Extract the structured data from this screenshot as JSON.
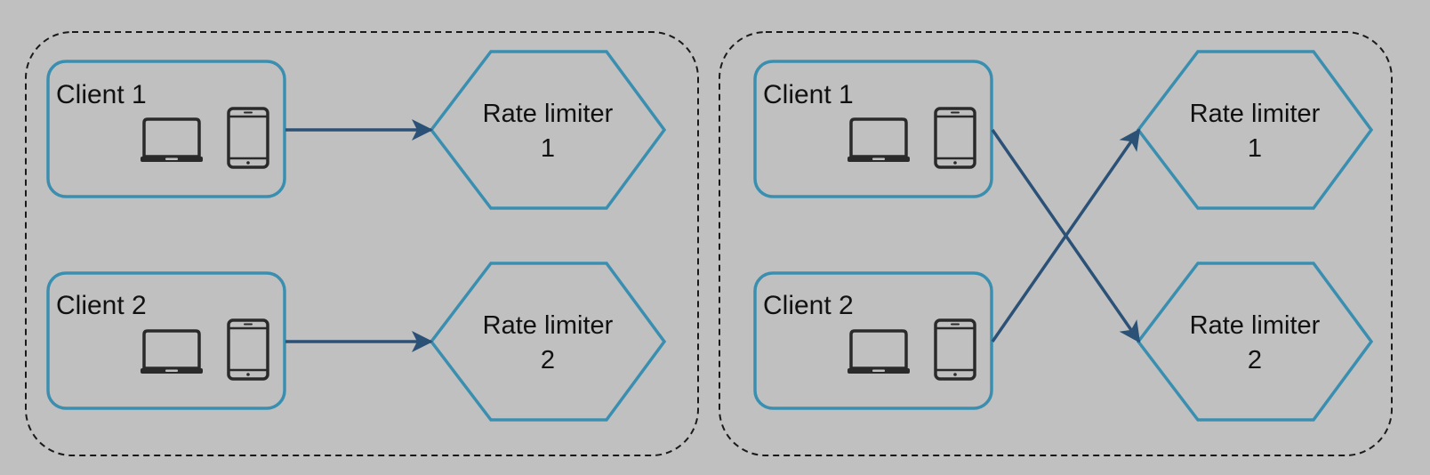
{
  "colors": {
    "background": "#c0c0c0",
    "node_stroke": "#3a8fb0",
    "arrow": "#2b5177",
    "group_border": "#1a1a1a",
    "icon": "#2a2a2a"
  },
  "icons": {
    "client_devices": [
      "laptop-icon",
      "mobile-phone-icon"
    ]
  },
  "panels": [
    {
      "clients": [
        {
          "label": "Client 1"
        },
        {
          "label": "Client 2"
        }
      ],
      "limiters": [
        {
          "line1": "Rate limiter",
          "line2": "1"
        },
        {
          "line1": "Rate limiter",
          "line2": "2"
        }
      ],
      "connections": [
        {
          "from": "Client 1",
          "to": "Rate limiter 1"
        },
        {
          "from": "Client 2",
          "to": "Rate limiter 2"
        }
      ]
    },
    {
      "clients": [
        {
          "label": "Client 1"
        },
        {
          "label": "Client 2"
        }
      ],
      "limiters": [
        {
          "line1": "Rate limiter",
          "line2": "1"
        },
        {
          "line1": "Rate limiter",
          "line2": "2"
        }
      ],
      "connections": [
        {
          "from": "Client 1",
          "to": "Rate limiter 2"
        },
        {
          "from": "Client 2",
          "to": "Rate limiter 1"
        }
      ]
    }
  ]
}
